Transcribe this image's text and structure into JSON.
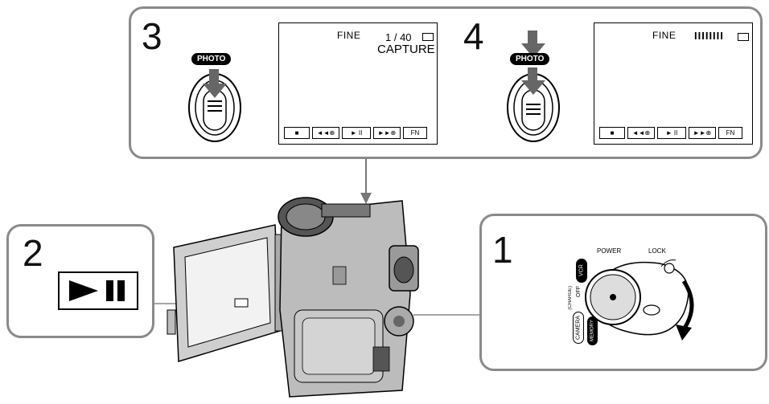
{
  "steps": {
    "step1": {
      "number": "1",
      "power_label": "POWER",
      "lock_label": "LOCK",
      "vcr_label": "VCR",
      "off_label": "OFF",
      "charge_label": "(CHARGE)",
      "camera_label": "CAMERA",
      "memory_label": "MEMORY"
    },
    "step2": {
      "number": "2",
      "button_icons": [
        "play-icon",
        "pause-icon"
      ]
    },
    "step3": {
      "number": "3",
      "photo_label": "PHOTO",
      "screen": {
        "quality": "FINE",
        "count": "1 / 40",
        "status": "CAPTURE",
        "controls": [
          "■",
          "◄◄⊕",
          "► II",
          "►►⊕",
          "FN"
        ]
      }
    },
    "step4": {
      "number": "4",
      "photo_label": "PHOTO",
      "screen": {
        "quality": "FINE",
        "progress": "IIIIIIII",
        "controls": [
          "■",
          "◄◄⊕",
          "► II",
          "►►⊕",
          "FN"
        ]
      }
    }
  },
  "colors": {
    "panel_border": "#8a8a8a",
    "camera_body": "#b8b8b8"
  }
}
